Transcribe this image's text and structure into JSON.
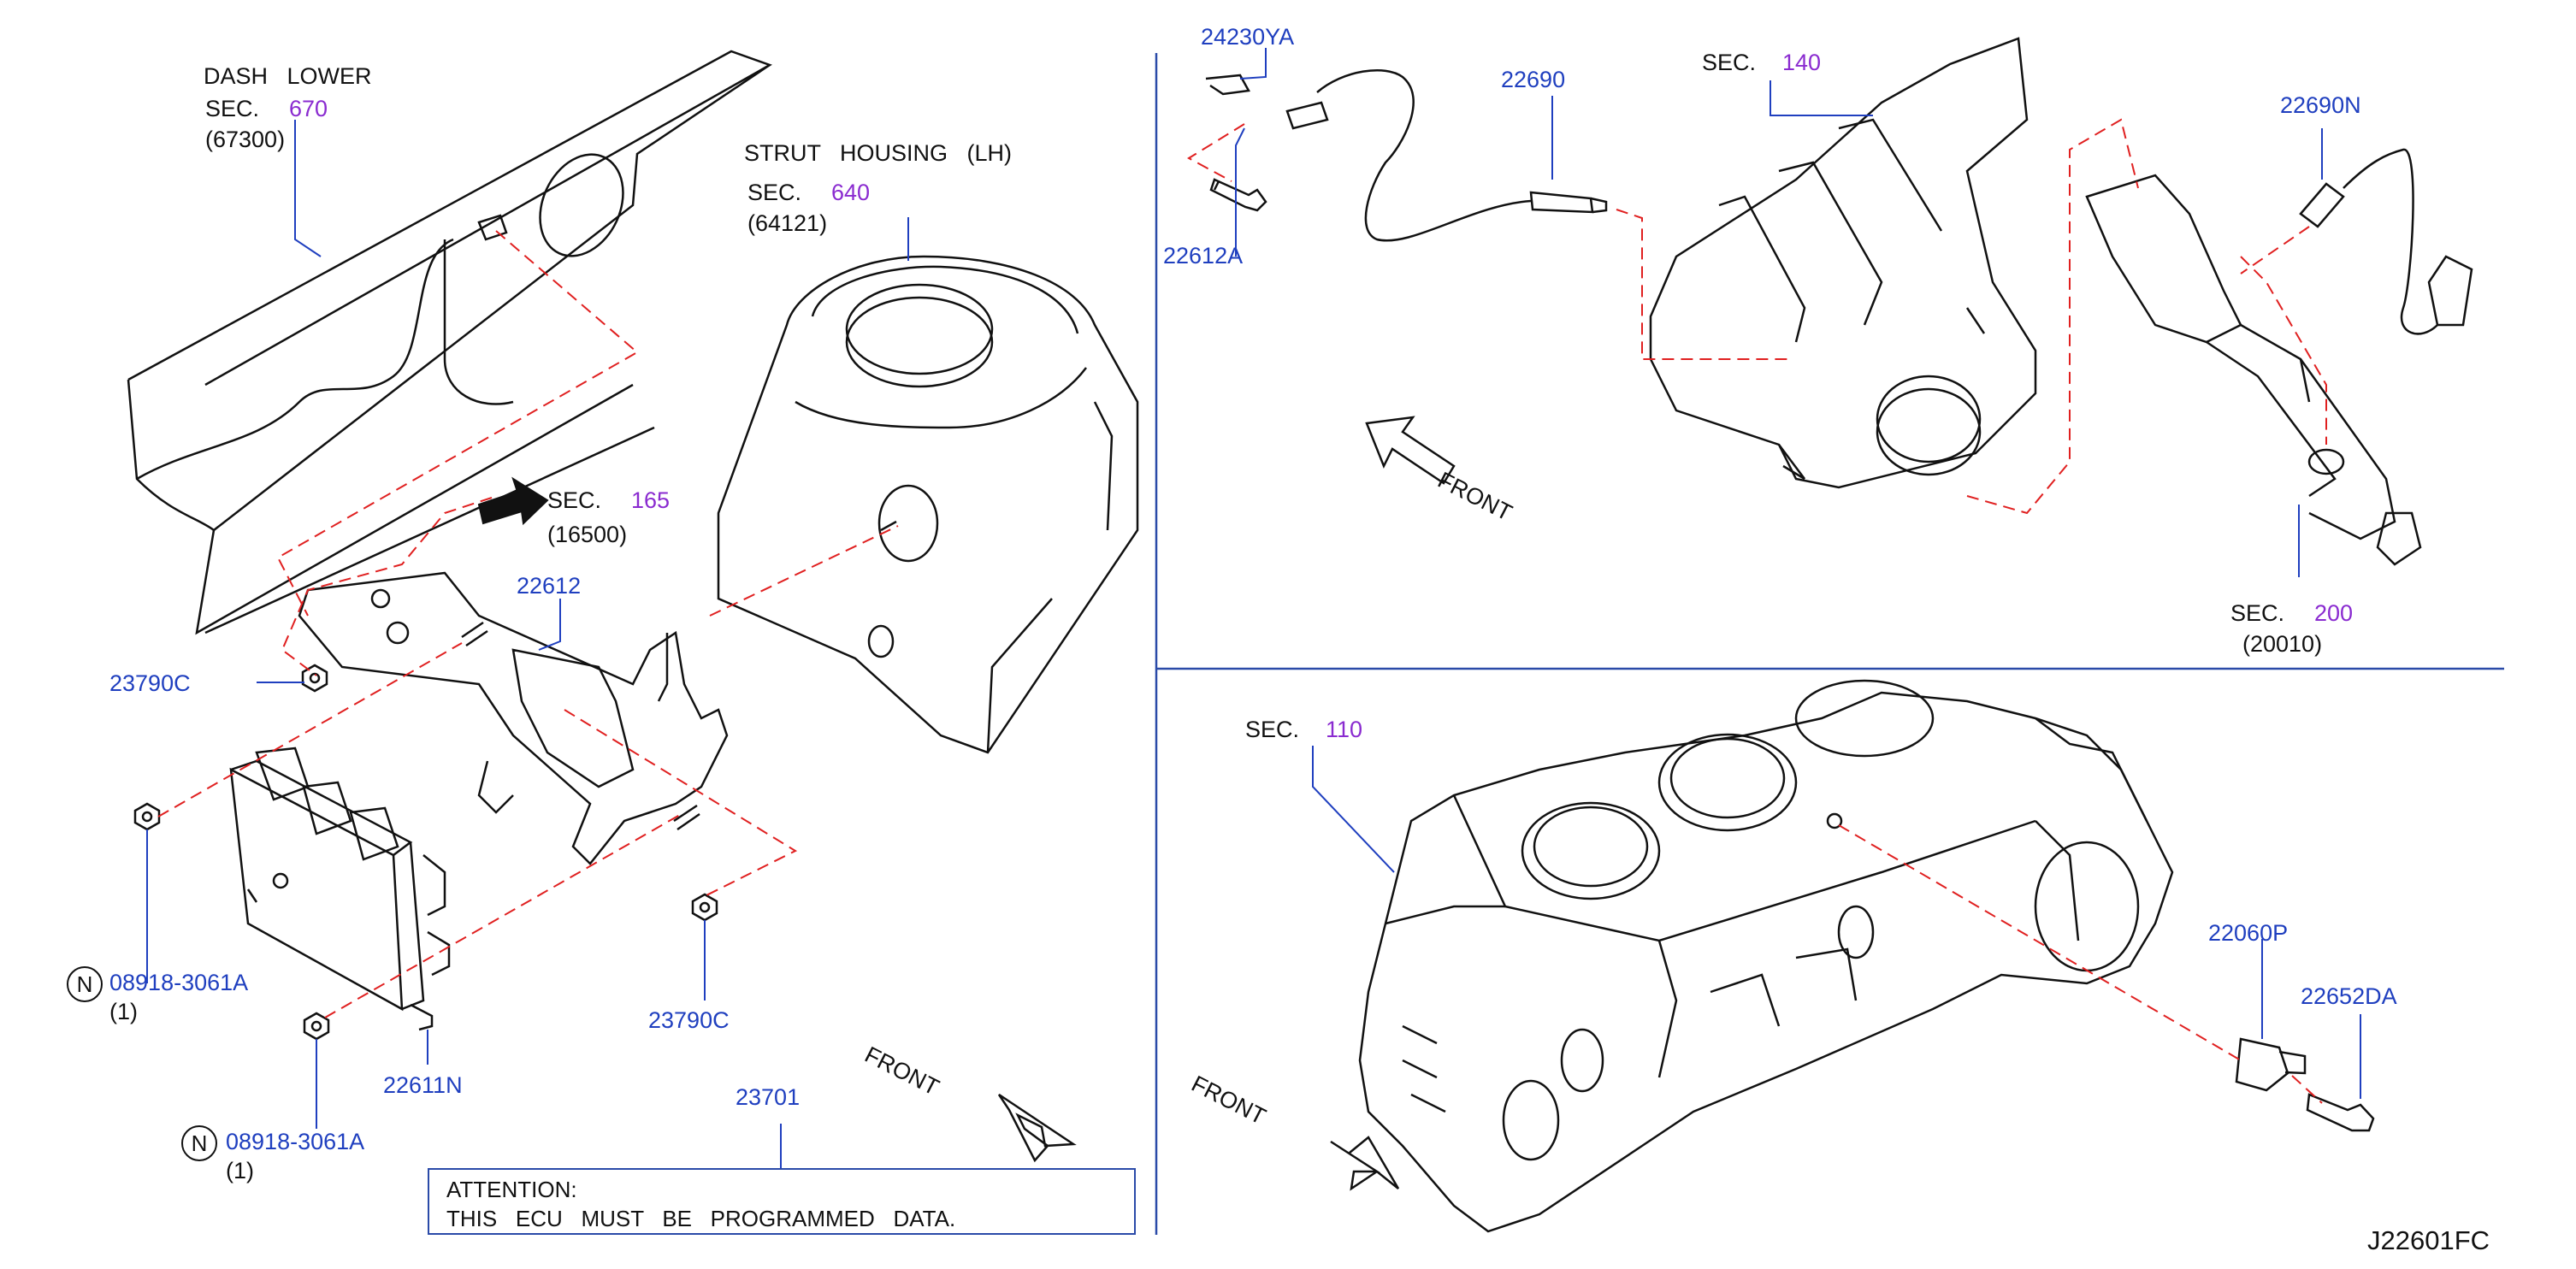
{
  "labels": {
    "dash_lower_title": "DASH   LOWER",
    "dash_lower_sec": "SEC.",
    "dash_lower_sec_num": "670",
    "dash_lower_code": "(67300)",
    "strut_title": "STRUT   HOUSING   (LH)",
    "strut_sec": "SEC.",
    "strut_sec_num": "640",
    "strut_code": "(64121)",
    "sec165": "SEC.",
    "sec165_num": "165",
    "sec165_code": "(16500)",
    "sec140": "SEC.",
    "sec140_num": "140",
    "sec200": "SEC.",
    "sec200_num": "200",
    "sec200_code": "(20010)",
    "sec110": "SEC.",
    "sec110_num": "110",
    "front1": "FRONT",
    "front2": "FRONT",
    "front3": "FRONT"
  },
  "parts": {
    "p22612": "22612",
    "p23790C_a": "23790C",
    "p23790C_b": "23790C",
    "p08918_a": "08918-3061A",
    "p08918_a_qty": "(1)",
    "p08918_b": "08918-3061A",
    "p08918_b_qty": "(1)",
    "p22611N": "22611N",
    "p23701": "23701",
    "p24230YA": "24230YA",
    "p22612A": "22612A",
    "p22690": "22690",
    "p22690N": "22690N",
    "p22060P": "22060P",
    "p22652DA": "22652DA",
    "n_symbol": "N"
  },
  "attention": {
    "line1": "ATTENTION:",
    "line2": "THIS   ECU   MUST   BE   PROGRAMMED   DATA."
  },
  "diagram_id": "J22601FC",
  "colors": {
    "part_number": "#1f3fbf",
    "section_number": "#8a2bd0",
    "leader_dashed": "#e02020",
    "divider": "#2a4aa8",
    "linework": "#111111"
  }
}
